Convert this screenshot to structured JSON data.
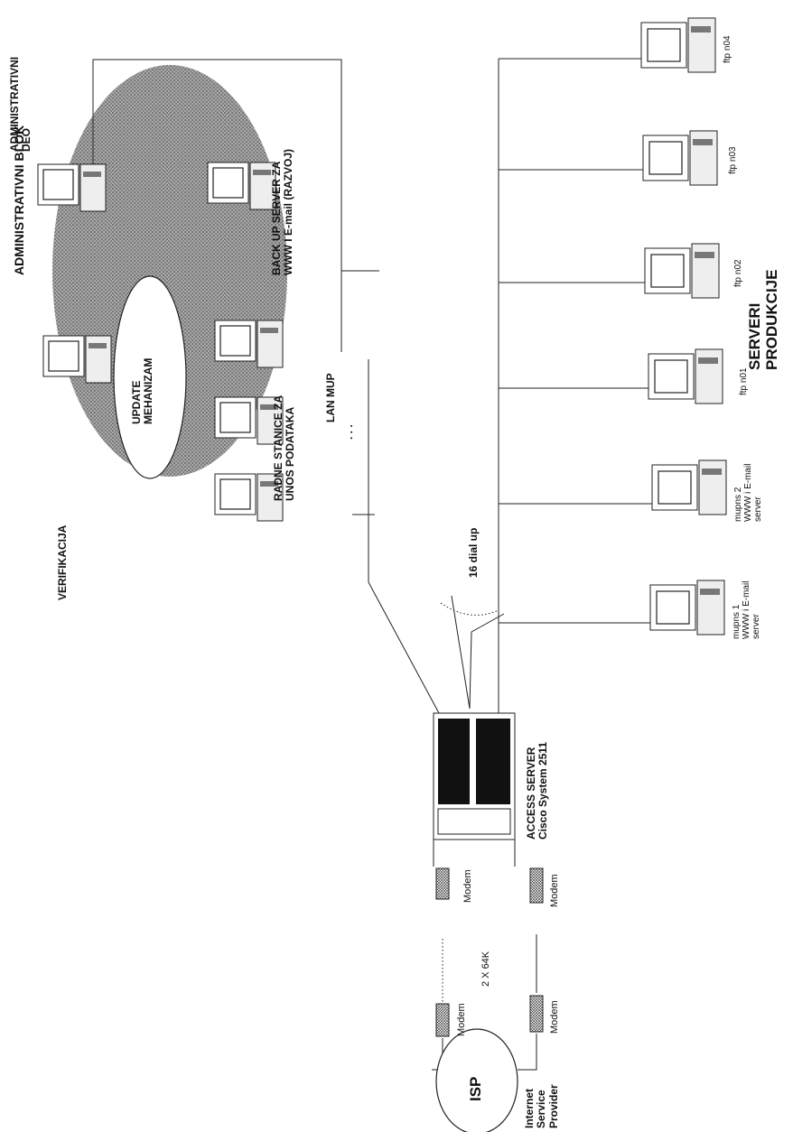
{
  "labels": {
    "admin_block": "ADMINISTRATIVNI BLOK",
    "admin_deo": [
      "ADMINISTRATIVNI",
      "DEO"
    ],
    "verifikacija": "VERIFIKACIJA",
    "update": [
      "UPDATE",
      "MEHANIZAM"
    ],
    "radne": [
      "RADNE STANICE ZA",
      "UNOS PODATAKA"
    ],
    "backup": [
      "BACK UP SERVER ZA",
      "WWW I E-mail (RAZVOJ)"
    ],
    "lan_mup": "LAN MUP",
    "lan_dots": ". . .",
    "dial_up": "16 dial up",
    "access": [
      "ACCESS SERVER",
      "Cisco System 2511"
    ],
    "modem": "Modem",
    "link": "2 X 64K",
    "isp": "ISP",
    "isp_full": [
      "Internet",
      "Service",
      "Provider"
    ],
    "servers_title": [
      "SERVERI",
      "PRODUKCIJE"
    ],
    "servers": [
      [
        "mupns 1",
        "WWW i E-mail",
        "server"
      ],
      [
        "mupns 2",
        "WWW i E-mail",
        "server"
      ],
      [
        "ftp n01"
      ],
      [
        "ftp n02"
      ],
      [
        "ftp n03"
      ],
      [
        "ftp n04"
      ]
    ]
  },
  "colors": {
    "ink": "#222222",
    "stipple": "#8a8a8a",
    "paper": "#ffffff"
  },
  "icons": [
    "workstation-icon",
    "modem-icon",
    "access-server-icon",
    "cloud-isp-icon"
  ]
}
